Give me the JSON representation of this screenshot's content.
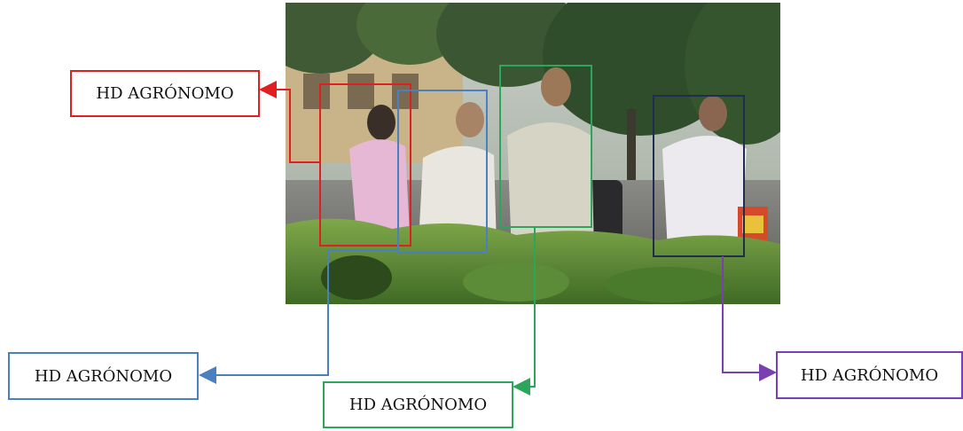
{
  "colors": {
    "red": "#e02020",
    "blue": "#4a7fc0",
    "green": "#2ca65a",
    "navy": "#1f2d52",
    "purple": "#7a3fb0"
  },
  "labels": [
    {
      "id": "red",
      "text": "HD AGRÓNOMO",
      "color": "#e02020"
    },
    {
      "id": "blue",
      "text": "HD AGRÓNOMO",
      "color": "#4a7fc0"
    },
    {
      "id": "green",
      "text": "HD AGRÓNOMO",
      "color": "#2ca65a"
    },
    {
      "id": "purple",
      "text": "HD AGRÓNOMO",
      "color": "#7a3fb0"
    }
  ]
}
